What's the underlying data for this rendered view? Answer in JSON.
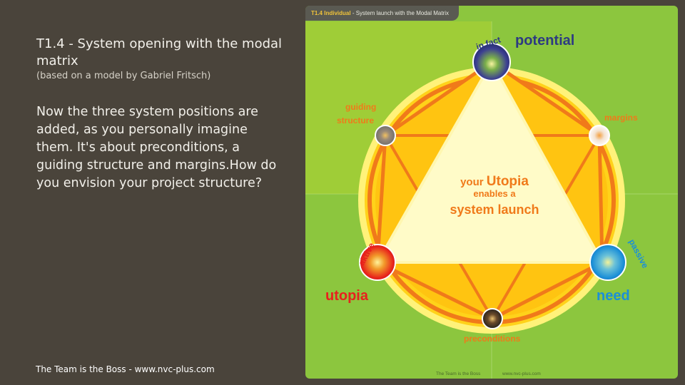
{
  "slide": {
    "title": "T1.4 - System opening with the modal matrix",
    "subtitle": "(based on a model by Gabriel Fritsch)",
    "body": "Now the three system positions are added, as you personally imagine them. It's about preconditions, a guiding structure and margins.How do you envision your project structure?",
    "footer": "The Team is the Boss - www.nvc-plus.com"
  },
  "diagram": {
    "tab_code": "T1.4",
    "tab_bold": "Individual",
    "tab_rest": " - System launch with the Modal Matrix",
    "labels": {
      "potential": "potential",
      "in_fact": "in fact",
      "utopia": "utopia",
      "aktive": "aktive",
      "need": "need",
      "passive": "passive",
      "guiding": "guiding",
      "structure": "structure",
      "margins": "margins",
      "preconditions": "preconditions"
    },
    "center": {
      "line1_prefix": "your ",
      "line1_highlight": "Utopia",
      "line2": "enables a",
      "line3": "system launch"
    },
    "footer_left": "The Team is the Boss",
    "footer_right": "www.nvc-plus.com"
  },
  "colors": {
    "background": "#4a443b",
    "card": "#8cc63e",
    "orange": "#f07a1a",
    "yellow": "#ffd21a",
    "navy": "#2d3a82",
    "red": "#e8201e",
    "blue": "#1b8fd8"
  }
}
